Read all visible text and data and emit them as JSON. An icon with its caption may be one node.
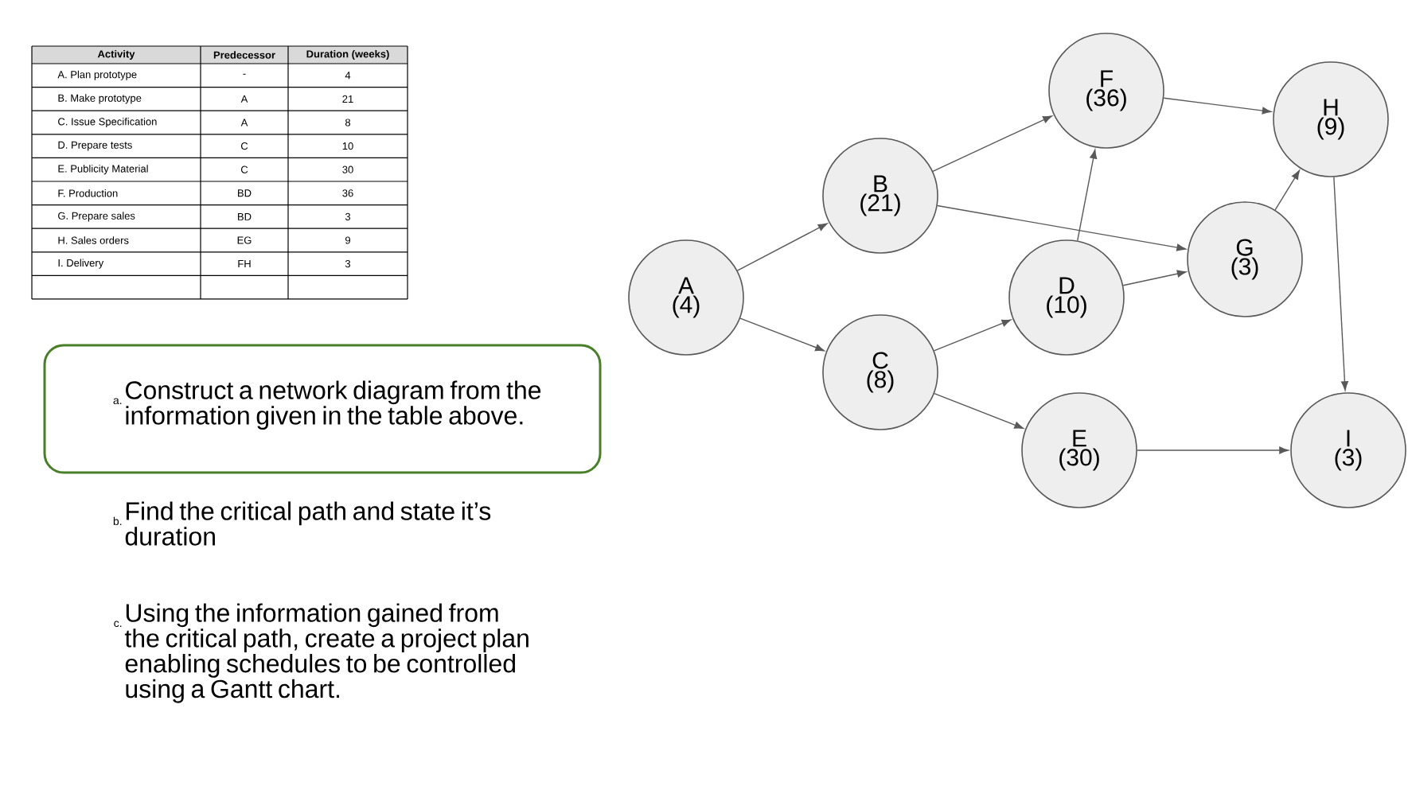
{
  "diagram": {
    "nodes": [
      {
        "text": [
          "A",
          "(4)"
        ]
      },
      {
        "text": [
          "B",
          "(21)"
        ]
      },
      {
        "text": [
          "C",
          "(8)"
        ]
      },
      {
        "text": [
          "D",
          "(10)"
        ]
      },
      {
        "text": [
          "E",
          "(30)"
        ]
      },
      {
        "text": [
          "F",
          "(36)"
        ]
      },
      {
        "text": [
          "G",
          "(3)"
        ]
      },
      {
        "text": [
          "H",
          "(9)"
        ]
      },
      {
        "text": [
          "I",
          "(3)"
        ]
      },
      {
        "text": [
          "a.",
          "Construct a network diagram from the information given in the table above."
        ]
      }
    ],
    "edges": [
      {
        "from": 0,
        "to": 1,
        "arrow": "to"
      },
      {
        "from": 0,
        "to": 2,
        "arrow": "to"
      },
      {
        "from": 1,
        "to": 5,
        "arrow": "to"
      },
      {
        "from": 1,
        "to": 6,
        "arrow": "to"
      },
      {
        "from": 2,
        "to": 3,
        "arrow": "to"
      },
      {
        "from": 2,
        "to": 4,
        "arrow": "to"
      },
      {
        "from": 3,
        "to": 5,
        "arrow": "to"
      },
      {
        "from": 3,
        "to": 6,
        "arrow": "to"
      },
      {
        "from": 5,
        "to": 7,
        "arrow": "to"
      },
      {
        "from": 6,
        "to": 7,
        "arrow": "to"
      },
      {
        "from": 4,
        "to": 8,
        "arrow": "to"
      },
      {
        "from": 7,
        "to": 8,
        "arrow": "to"
      }
    ],
    "labels": [
      "Activity",
      "Predecessor",
      "Duration (weeks)",
      "A. Plan prototype",
      "-",
      "4",
      "B. Make prototype",
      "A",
      "21",
      "C. Issue Specification",
      "A",
      "8",
      "D. Prepare tests",
      "C",
      "10",
      "E. Publicity Material",
      "C",
      "30",
      "F. Production",
      "BD",
      "36",
      "G. Prepare sales",
      "BD",
      "3",
      "H. Sales orders",
      "EG",
      "9",
      "I. Delivery",
      "FH",
      "3",
      "b.",
      "Find the critical path and state it’s duration",
      "c.",
      "Using the information gained from the critical path, create a project plan enabling schedules to be controlled using a Gantt chart."
    ]
  }
}
